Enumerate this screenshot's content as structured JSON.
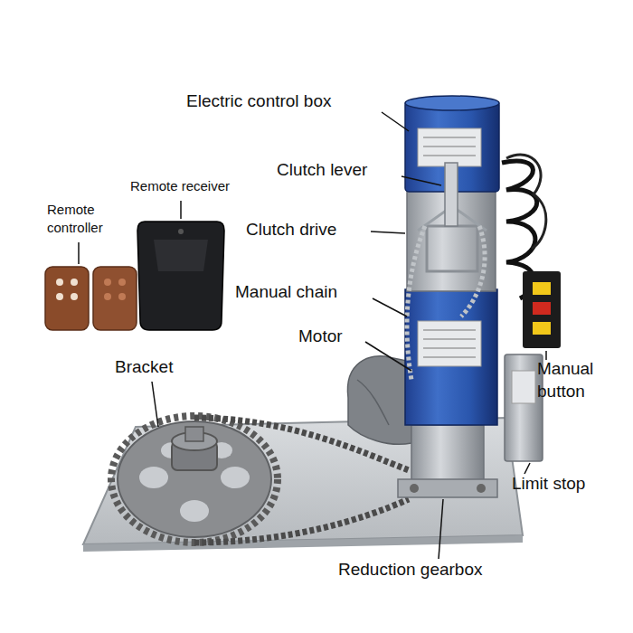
{
  "diagram": {
    "labels": [
      "Electric control box",
      "Remote receiver",
      "Remote controller",
      "Clutch lever",
      "Clutch drive",
      "Manual chain",
      "Motor",
      "Bracket",
      "Manual button",
      "Limit stop",
      "Reduction gearbox"
    ]
  }
}
